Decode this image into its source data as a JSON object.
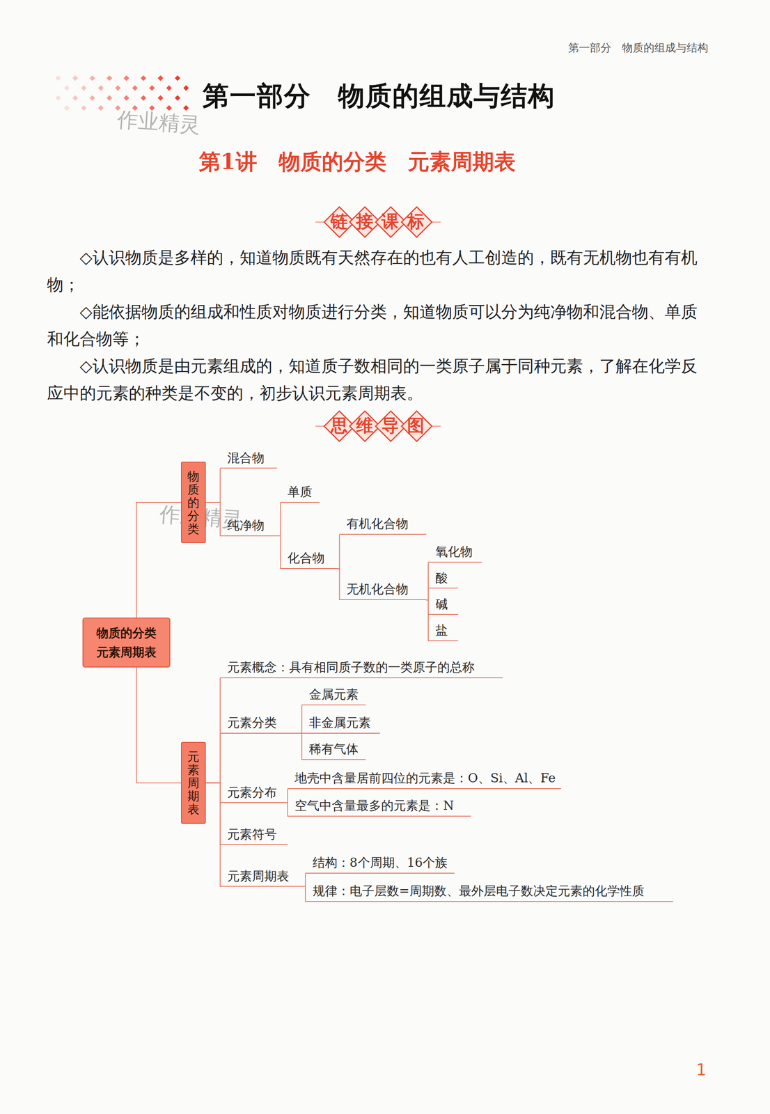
{
  "diagram": {
    "title": "第一部分　物质的组成与结构",
    "nodes": [
      {
        "text": [
          "物质的分类 元素周期表"
        ]
      },
      {
        "text": [
          "物质的分类"
        ]
      },
      {
        "text": [
          "混合物"
        ]
      },
      {
        "text": [
          "纯净物"
        ]
      },
      {
        "text": [
          "单质"
        ]
      },
      {
        "text": [
          "化合物"
        ]
      },
      {
        "text": [
          "有机化合物"
        ]
      },
      {
        "text": [
          "无机化合物"
        ]
      },
      {
        "text": [
          "氧化物"
        ]
      },
      {
        "text": [
          "酸"
        ]
      },
      {
        "text": [
          "碱"
        ]
      },
      {
        "text": [
          "盐"
        ]
      },
      {
        "text": [
          "元素周期表"
        ]
      },
      {
        "text": [
          "元素概念：具有相同质子数的一类原子的总称"
        ]
      },
      {
        "text": [
          "元素分类"
        ]
      },
      {
        "text": [
          "金属元素"
        ]
      },
      {
        "text": [
          "非金属元素"
        ]
      },
      {
        "text": [
          "稀有气体"
        ]
      },
      {
        "text": [
          "元素分布"
        ]
      },
      {
        "text": [
          "地壳中含量居前四位的元素是：O、Si、Al、Fe"
        ]
      },
      {
        "text": [
          "空气中含量最多的元素是：N"
        ]
      },
      {
        "text": [
          "元素符号"
        ]
      },
      {
        "text": [
          "元素周期表"
        ]
      },
      {
        "text": [
          "结构：8个周期、16个族"
        ]
      },
      {
        "text": [
          "规律：电子层数=周期数、最外层电子数决定元素的化学性质"
        ]
      }
    ],
    "edges": [
      {
        "from": 0,
        "to": 1,
        "arrow": "none"
      },
      {
        "from": 1,
        "to": 2,
        "arrow": "none"
      },
      {
        "from": 1,
        "to": 3,
        "arrow": "none"
      },
      {
        "from": 3,
        "to": 4,
        "arrow": "none"
      },
      {
        "from": 3,
        "to": 5,
        "arrow": "none"
      },
      {
        "from": 5,
        "to": 6,
        "arrow": "none"
      },
      {
        "from": 5,
        "to": 7,
        "arrow": "none"
      },
      {
        "from": 7,
        "to": 8,
        "arrow": "none"
      },
      {
        "from": 7,
        "to": 9,
        "arrow": "none"
      },
      {
        "from": 7,
        "to": 10,
        "arrow": "none"
      },
      {
        "from": 7,
        "to": 11,
        "arrow": "none"
      },
      {
        "from": 0,
        "to": 12,
        "arrow": "none"
      },
      {
        "from": 12,
        "to": 13,
        "arrow": "none"
      },
      {
        "from": 12,
        "to": 14,
        "arrow": "none"
      },
      {
        "from": 14,
        "to": 15,
        "arrow": "none"
      },
      {
        "from": 14,
        "to": 16,
        "arrow": "none"
      },
      {
        "from": 14,
        "to": 17,
        "arrow": "none"
      },
      {
        "from": 12,
        "to": 18,
        "arrow": "none"
      },
      {
        "from": 18,
        "to": 19,
        "arrow": "none"
      },
      {
        "from": 18,
        "to": 20,
        "arrow": "none"
      },
      {
        "from": 12,
        "to": 21,
        "arrow": "none"
      },
      {
        "from": 12,
        "to": 22,
        "arrow": "none"
      },
      {
        "from": 22,
        "to": 23,
        "arrow": "none"
      },
      {
        "from": 22,
        "to": 24,
        "arrow": "none"
      }
    ],
    "labels": [
      "第一部分　物质的组成与结构",
      "作业精灵",
      "第1讲　物质的分类　元素周期表",
      "链接课标",
      "◇认识物质是多样的，知道物质既有天然存在的也有人工创造的，既有无机物也有有机物；",
      "◇能依据物质的组成和性质对物质进行分类，知道物质可以分为纯净物和混合物、单质和化合物等；",
      "◇认识物质是由元素组成的，知道质子数相同的一类原子属于同种元素，了解在化学反应中的元素的种类是不变的，初步认识元素周期表。",
      "思维导图",
      "作业精灵",
      "1"
    ]
  }
}
